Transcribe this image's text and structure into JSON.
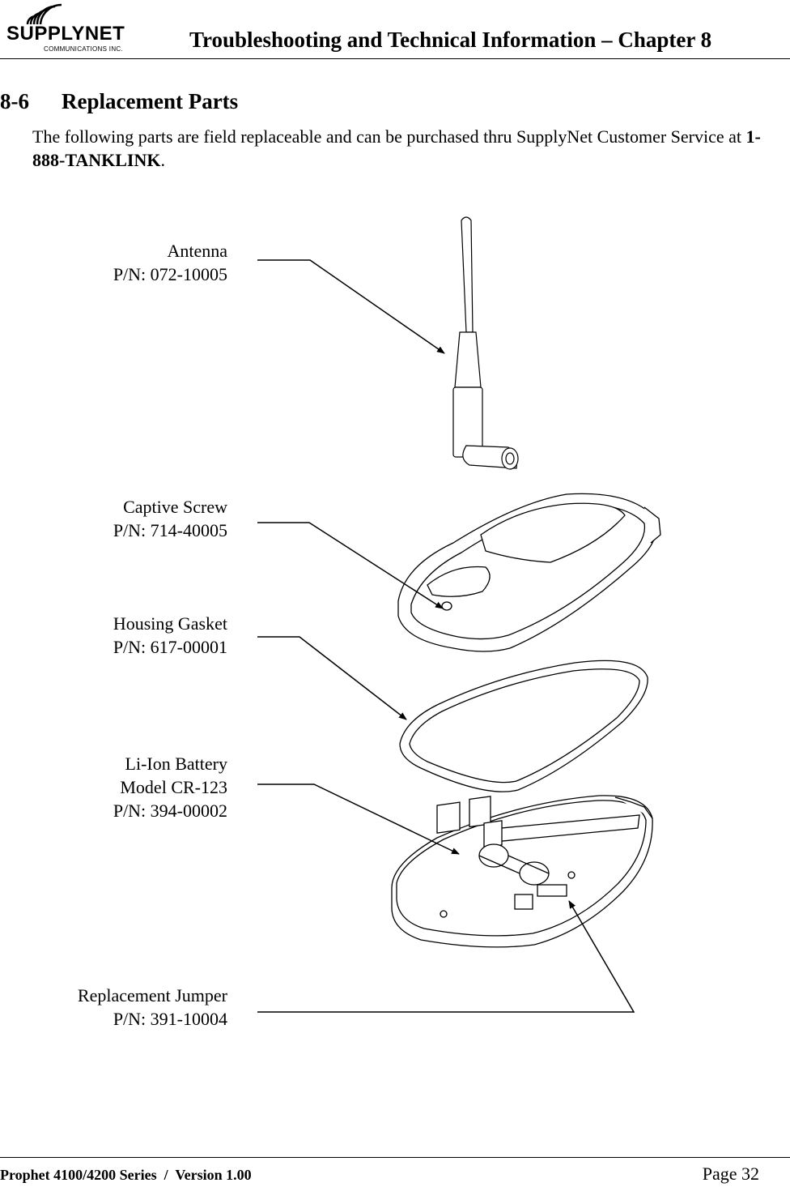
{
  "header": {
    "logo": {
      "brand": "SUPPLYNET",
      "sub": "COMMUNICATIONS INC."
    },
    "title": "Troubleshooting and Technical Information – Chapter 8"
  },
  "section": {
    "number": "8-6",
    "title": "Replacement Parts"
  },
  "intro": {
    "text_before": "The following parts are field replaceable and can be purchased thru SupplyNet Customer Service at ",
    "phone": "1-888-TANKLINK",
    "text_after": "."
  },
  "parts": [
    {
      "name": "Antenna",
      "pn": "P/N: 072-10005"
    },
    {
      "name": "Captive Screw",
      "pn": "P/N: 714-40005"
    },
    {
      "name": "Housing Gasket",
      "pn": "P/N: 617-00001"
    },
    {
      "name": "Li-Ion Battery",
      "model": "Model CR-123",
      "pn": "P/N: 394-00002"
    },
    {
      "name": "Replacement Jumper",
      "pn": "P/N: 391-10004"
    }
  ],
  "footer": {
    "product": "Prophet 4100/4200 Series  /  Version 1.00",
    "page": "Page 32"
  }
}
